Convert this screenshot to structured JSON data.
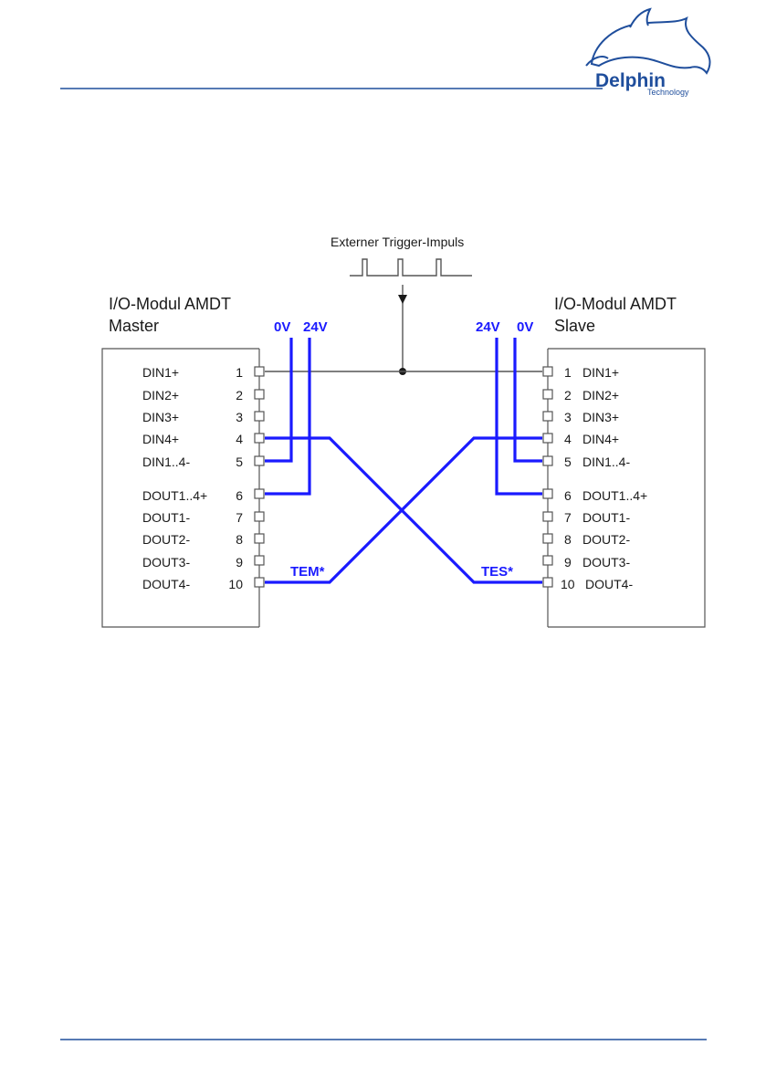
{
  "header": {
    "logo": {
      "name": "Delphin",
      "sub": "Technology"
    },
    "rule_color": "#1f4e9c"
  },
  "diagram": {
    "trigger_label": "Externer Trigger-Impuls",
    "master": {
      "title_line1": "I/O-Modul AMDT",
      "title_line2": "Master",
      "rails": [
        "0V",
        "24V"
      ],
      "pins": [
        {
          "name": "DIN1+",
          "num": "1"
        },
        {
          "name": "DIN2+",
          "num": "2"
        },
        {
          "name": "DIN3+",
          "num": "3"
        },
        {
          "name": "DIN4+",
          "num": "4"
        },
        {
          "name": "DIN1..4-",
          "num": "5"
        },
        {
          "name": "DOUT1..4+",
          "num": "6"
        },
        {
          "name": "DOUT1-",
          "num": "7"
        },
        {
          "name": "DOUT2-",
          "num": "8"
        },
        {
          "name": "DOUT3-",
          "num": "9"
        },
        {
          "name": "DOUT4-",
          "num": "10"
        }
      ]
    },
    "slave": {
      "title_line1": "I/O-Modul AMDT",
      "title_line2": "Slave",
      "rails": [
        "24V",
        "0V"
      ],
      "pins": [
        {
          "name": "DIN1+",
          "num": "1"
        },
        {
          "name": "DIN2+",
          "num": "2"
        },
        {
          "name": "DIN3+",
          "num": "3"
        },
        {
          "name": "DIN4+",
          "num": "4"
        },
        {
          "name": "DIN1..4-",
          "num": "5"
        },
        {
          "name": "DOUT1..4+",
          "num": "6"
        },
        {
          "name": "DOUT1-",
          "num": "7"
        },
        {
          "name": "DOUT2-",
          "num": "8"
        },
        {
          "name": "DOUT3-",
          "num": "9"
        },
        {
          "name": "DOUT4-",
          "num": "10"
        }
      ]
    },
    "wire_labels": {
      "master_out": "TEM*",
      "slave_out": "TES*"
    },
    "colors": {
      "wire": "#1a1aff",
      "line": "#555555",
      "text": "#1a1a1a"
    }
  }
}
